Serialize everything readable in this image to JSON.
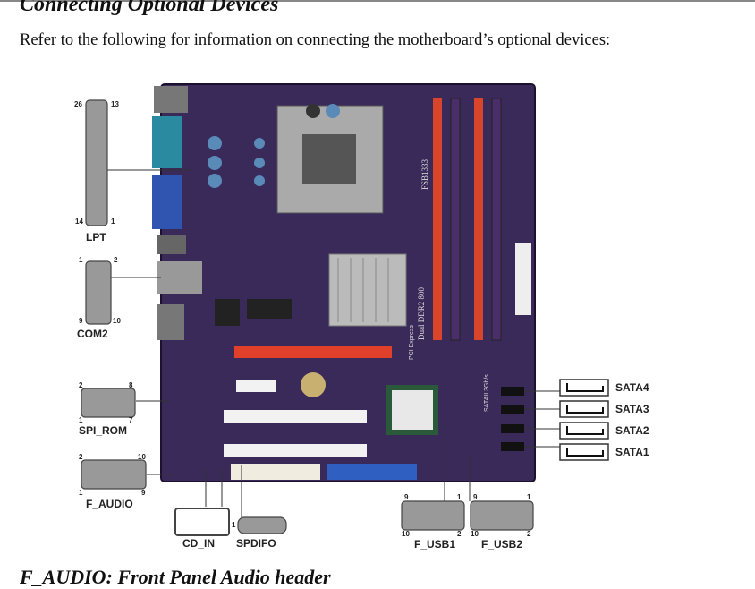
{
  "heading": "Connecting Optional Devices",
  "intro": "Refer to the following for information on connecting the motherboard’s optional devices:",
  "next_heading": "F_AUDIO: Front Panel Audio header",
  "board_silkscreen": [
    "FSB1333",
    "Dual DDR2 800",
    "SATAII 3Gb/s",
    "PCI Express"
  ],
  "connectors": {
    "lpt": {
      "label": "LPT",
      "pins": [
        "26",
        "13",
        "14",
        "1"
      ]
    },
    "com2": {
      "label": "COM2",
      "pins": [
        "1",
        "2",
        "9",
        "10"
      ]
    },
    "spi_rom": {
      "label": "SPI_ROM",
      "pins": [
        "2",
        "8",
        "1",
        "7"
      ]
    },
    "f_audio": {
      "label": "F_AUDIO",
      "pins": [
        "2",
        "10",
        "1",
        "9"
      ]
    },
    "cd_in": {
      "label": "CD_IN"
    },
    "spdifo": {
      "label": "SPDIFO",
      "pins": [
        "1"
      ]
    },
    "f_usb1": {
      "label": "F_USB1",
      "pins": [
        "9",
        "1",
        "10",
        "2"
      ]
    },
    "f_usb2": {
      "label": "F_USB2",
      "pins": [
        "9",
        "1",
        "10",
        "2"
      ]
    },
    "sata": [
      "SATA4",
      "SATA3",
      "SATA2",
      "SATA1"
    ]
  },
  "colors": {
    "board": "#3a2a5a",
    "dimm_red": "#d8452a",
    "pcie_red": "#e0402a",
    "pci_white": "#f2f2f2",
    "ide_blue": "#2f5fc0"
  }
}
